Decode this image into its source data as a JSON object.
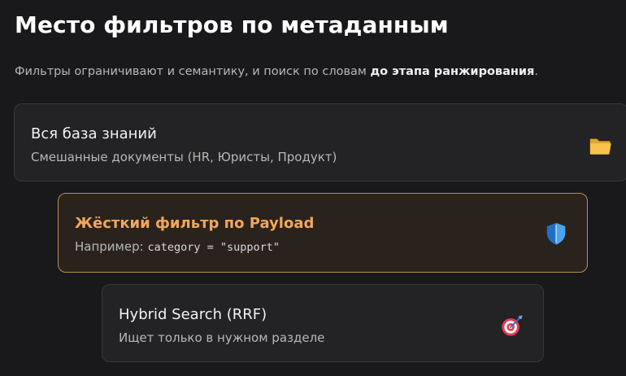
{
  "title": "Место фильтров по метаданным",
  "subtitle": {
    "text_before": "Фильтры ограничивают и семантику, и поиск по словам ",
    "text_bold": "до этапа ранжирования",
    "text_after": "."
  },
  "cards": [
    {
      "title": "Вся база знаний",
      "description": "Смешанные документы (HR, Юристы, Продукт)",
      "icon": "folder-icon"
    },
    {
      "title": "Жёсткий фильтр по Payload",
      "description_prefix": "Например: ",
      "description_code": "category = \"support\"",
      "icon": "shield-icon",
      "accent_color": "#f2a65a"
    },
    {
      "title": "Hybrid Search (RRF)",
      "description": "Ищет только в нужном разделе",
      "icon": "target-icon"
    }
  ]
}
